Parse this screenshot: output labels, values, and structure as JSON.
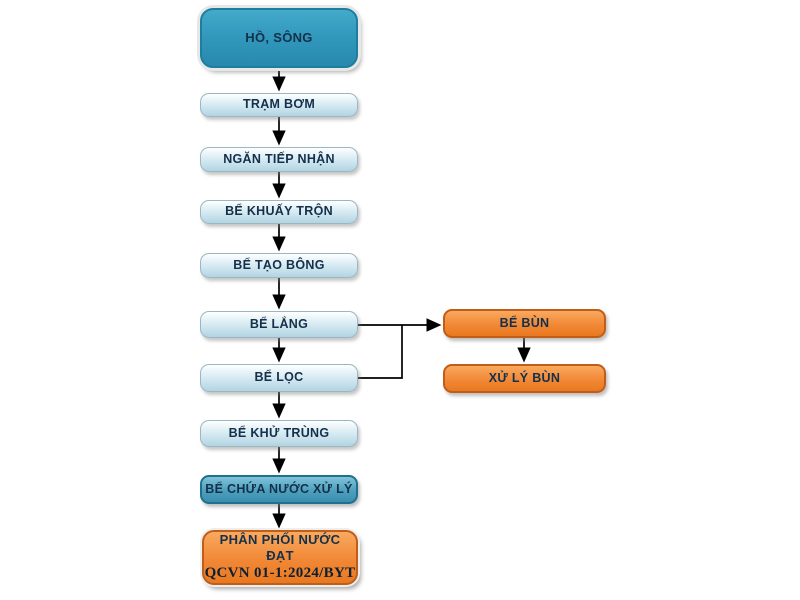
{
  "flowchart": {
    "main_flow": [
      {
        "label": "HỒ, SÔNG"
      },
      {
        "label": "TRẠM BƠM"
      },
      {
        "label": "NGĂN TIẾP NHẬN"
      },
      {
        "label": "BỂ KHUẤY TRỘN"
      },
      {
        "label": "BỂ TẠO BÔNG"
      },
      {
        "label": "BỂ LẮNG"
      },
      {
        "label": "BỂ LỌC"
      },
      {
        "label": "BỂ KHỬ TRÙNG"
      },
      {
        "label": "BỂ CHỨA NƯỚC XỬ LÝ"
      }
    ],
    "output_box": {
      "line1": "PHÂN PHỐI NƯỚC ĐẠT",
      "line2": "QCVN 01-1:2024/BYT"
    },
    "sludge_flow": [
      {
        "label": "BỂ BÙN"
      },
      {
        "label": "XỬ LÝ BÙN"
      }
    ],
    "colors": {
      "source_fill": "#2f96ba",
      "process_fill_top": "#e6f3f8",
      "process_fill_bottom": "#b2d4e2",
      "storage_fill_top": "#7fc3da",
      "storage_fill_bottom": "#3a8fae",
      "sludge_fill_top": "#f9a95f",
      "sludge_fill_bottom": "#e97920",
      "text": "#14304a",
      "arrow": "#000000",
      "background": "#ffffff"
    }
  }
}
